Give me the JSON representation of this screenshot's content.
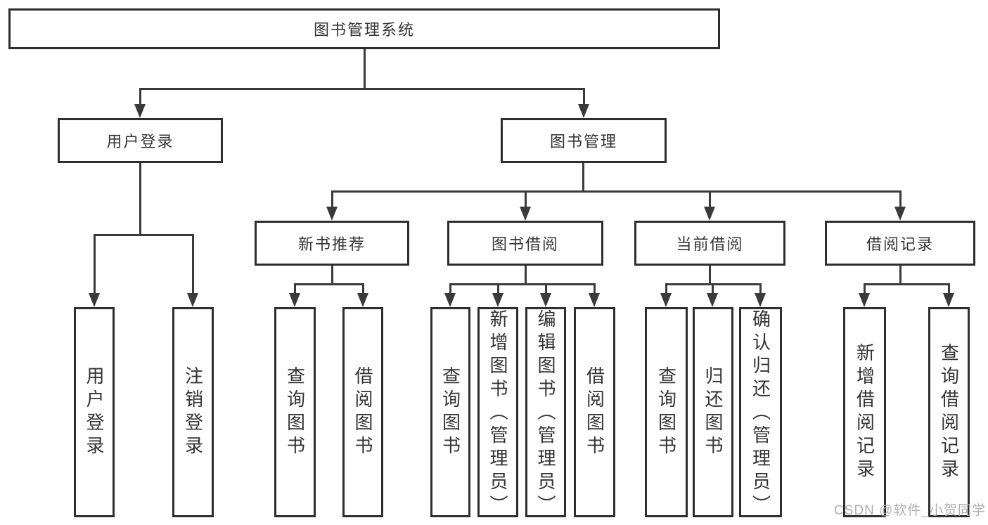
{
  "diagram": {
    "type": "tree",
    "root": {
      "label": "图书管理系统"
    },
    "branches": [
      {
        "label": "用户登录",
        "children": [
          {
            "label": "用户登录"
          },
          {
            "label": "注销登录"
          }
        ]
      },
      {
        "label": "图书管理",
        "children": [
          {
            "label": "新书推荐",
            "children": [
              {
                "label": "查询图书"
              },
              {
                "label": "借阅图书"
              }
            ]
          },
          {
            "label": "图书借阅",
            "children": [
              {
                "label": "查询图书"
              },
              {
                "label": "新增图书（管理员）"
              },
              {
                "label": "编辑图书（管理员）"
              },
              {
                "label": "借阅图书"
              }
            ]
          },
          {
            "label": "当前借阅",
            "children": [
              {
                "label": "查询图书"
              },
              {
                "label": "归还图书"
              },
              {
                "label": "确认归还（管理员）"
              }
            ]
          },
          {
            "label": "借阅记录",
            "children": [
              {
                "label": "新增借阅记录"
              },
              {
                "label": "查询借阅记录"
              }
            ]
          }
        ]
      }
    ]
  },
  "watermark": {
    "text": "CSDN @软件_小贺同学",
    "color": "#a8a8a8"
  },
  "colors": {
    "line": "#3a3a3a",
    "border": "#2e2e2e",
    "text": "#333333",
    "background": "#ffffff"
  }
}
